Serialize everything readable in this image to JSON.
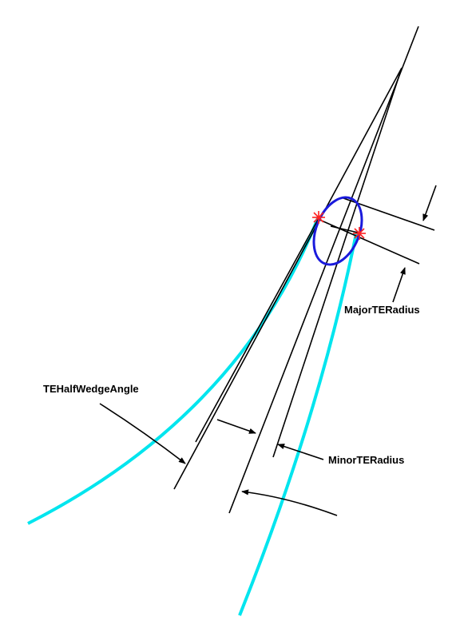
{
  "labels": {
    "te_half_wedge_angle": "TEHalfWedgeAngle",
    "major_te_radius": "MajorTERadius",
    "minor_te_radius": "MinorTERadius"
  },
  "colors": {
    "surface": "#00e5ee",
    "ellipse": "#1a1adc",
    "construction": "#000000",
    "tangent_point": "#ff2020"
  }
}
